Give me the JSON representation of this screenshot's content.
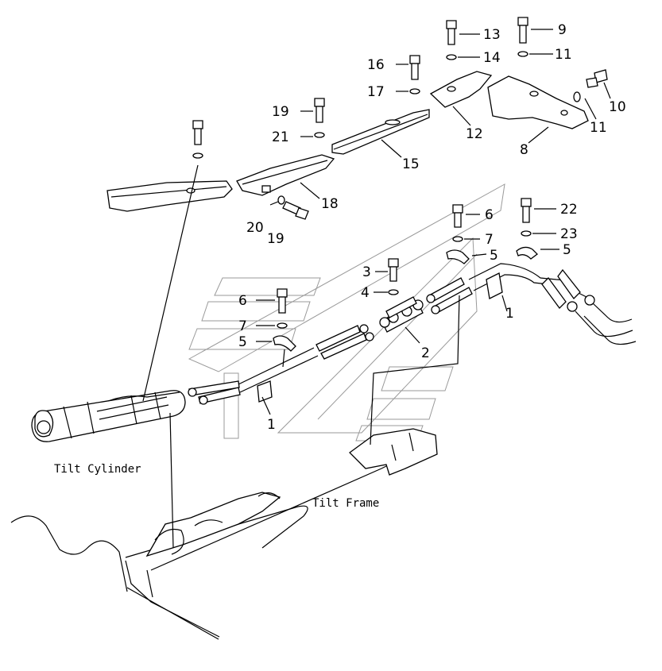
{
  "labels": {
    "tilt_cylinder": "Tilt Cylinder",
    "tilt_frame": "Tilt Frame"
  },
  "callouts": {
    "c13": "13",
    "c9": "9",
    "c14": "14",
    "c11a": "11",
    "c16": "16",
    "c10": "10",
    "c17": "17",
    "c11b": "11",
    "c19a": "19",
    "c12": "12",
    "c21": "21",
    "c8": "8",
    "c15": "15",
    "c18": "18",
    "c20": "20",
    "c19b": "19",
    "c6a": "6",
    "c22": "22",
    "c7a": "7",
    "c23": "23",
    "c5a": "5",
    "c5b": "5",
    "c3": "3",
    "c4": "4",
    "c1a": "1",
    "c6b": "6",
    "c7b": "7",
    "c5c": "5",
    "c2": "2",
    "c1b": "1"
  }
}
